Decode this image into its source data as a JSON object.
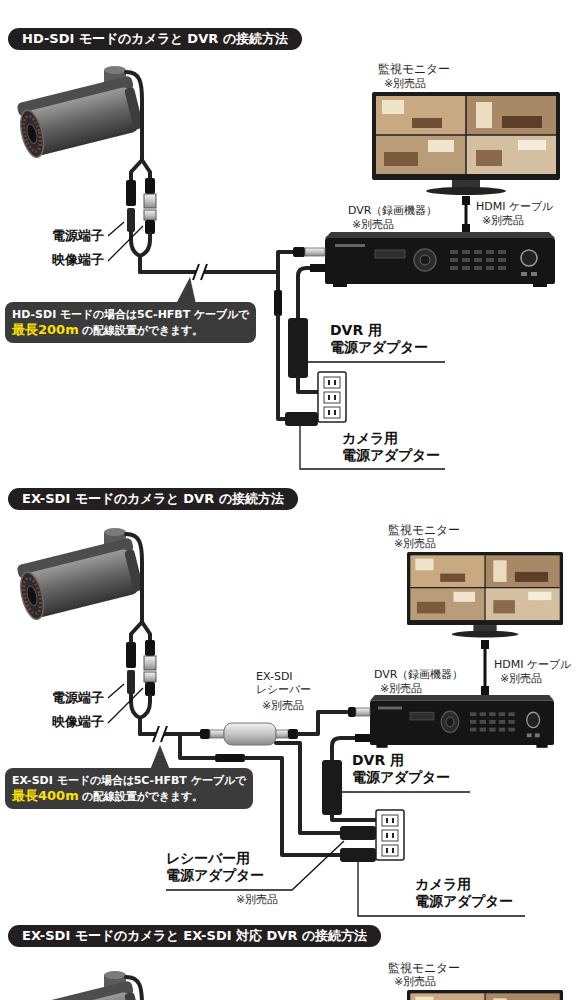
{
  "diagram": {
    "nodes": [
      {
        "text": [
          "HD-SDI モードのカメラと DVR の接続方法"
        ]
      },
      {
        "text": [
          "HD-SDI モードの場合は5C-HFBT ケーブルで",
          "最長200m",
          "の配線設置ができます。"
        ]
      },
      {
        "text": [
          "EX-SDI モードのカメラと DVR の接続方法"
        ]
      },
      {
        "text": [
          "EX-SDI モードの場合は5C-HFBT ケーブルで",
          "最長400m",
          "の配線設置ができます。"
        ]
      },
      {
        "text": [
          "EX-SDI モードのカメラと EX-SDI 対応 DVR の接続方法"
        ]
      }
    ],
    "labels": [
      "監視モニター",
      "※別売品",
      "DVR（録画機器）",
      "※別売品",
      "HDMI ケーブル",
      "※別売品",
      "電源端子",
      "映像端子",
      "DVR 用 電源アダプター",
      "カメラ用 電源アダプター",
      "監視モニター",
      "※別売品",
      "EX-SDI レシーバー",
      "※別売品",
      "DVR（録画機器）",
      "※別売品",
      "HDMI ケーブル",
      "※別売品",
      "電源端子",
      "映像端子",
      "DVR 用 電源アダプター",
      "レシーバー用 電源アダプター",
      "※別売品",
      "カメラ用 電源アダプター",
      "監視モニター",
      "※別売品"
    ]
  }
}
